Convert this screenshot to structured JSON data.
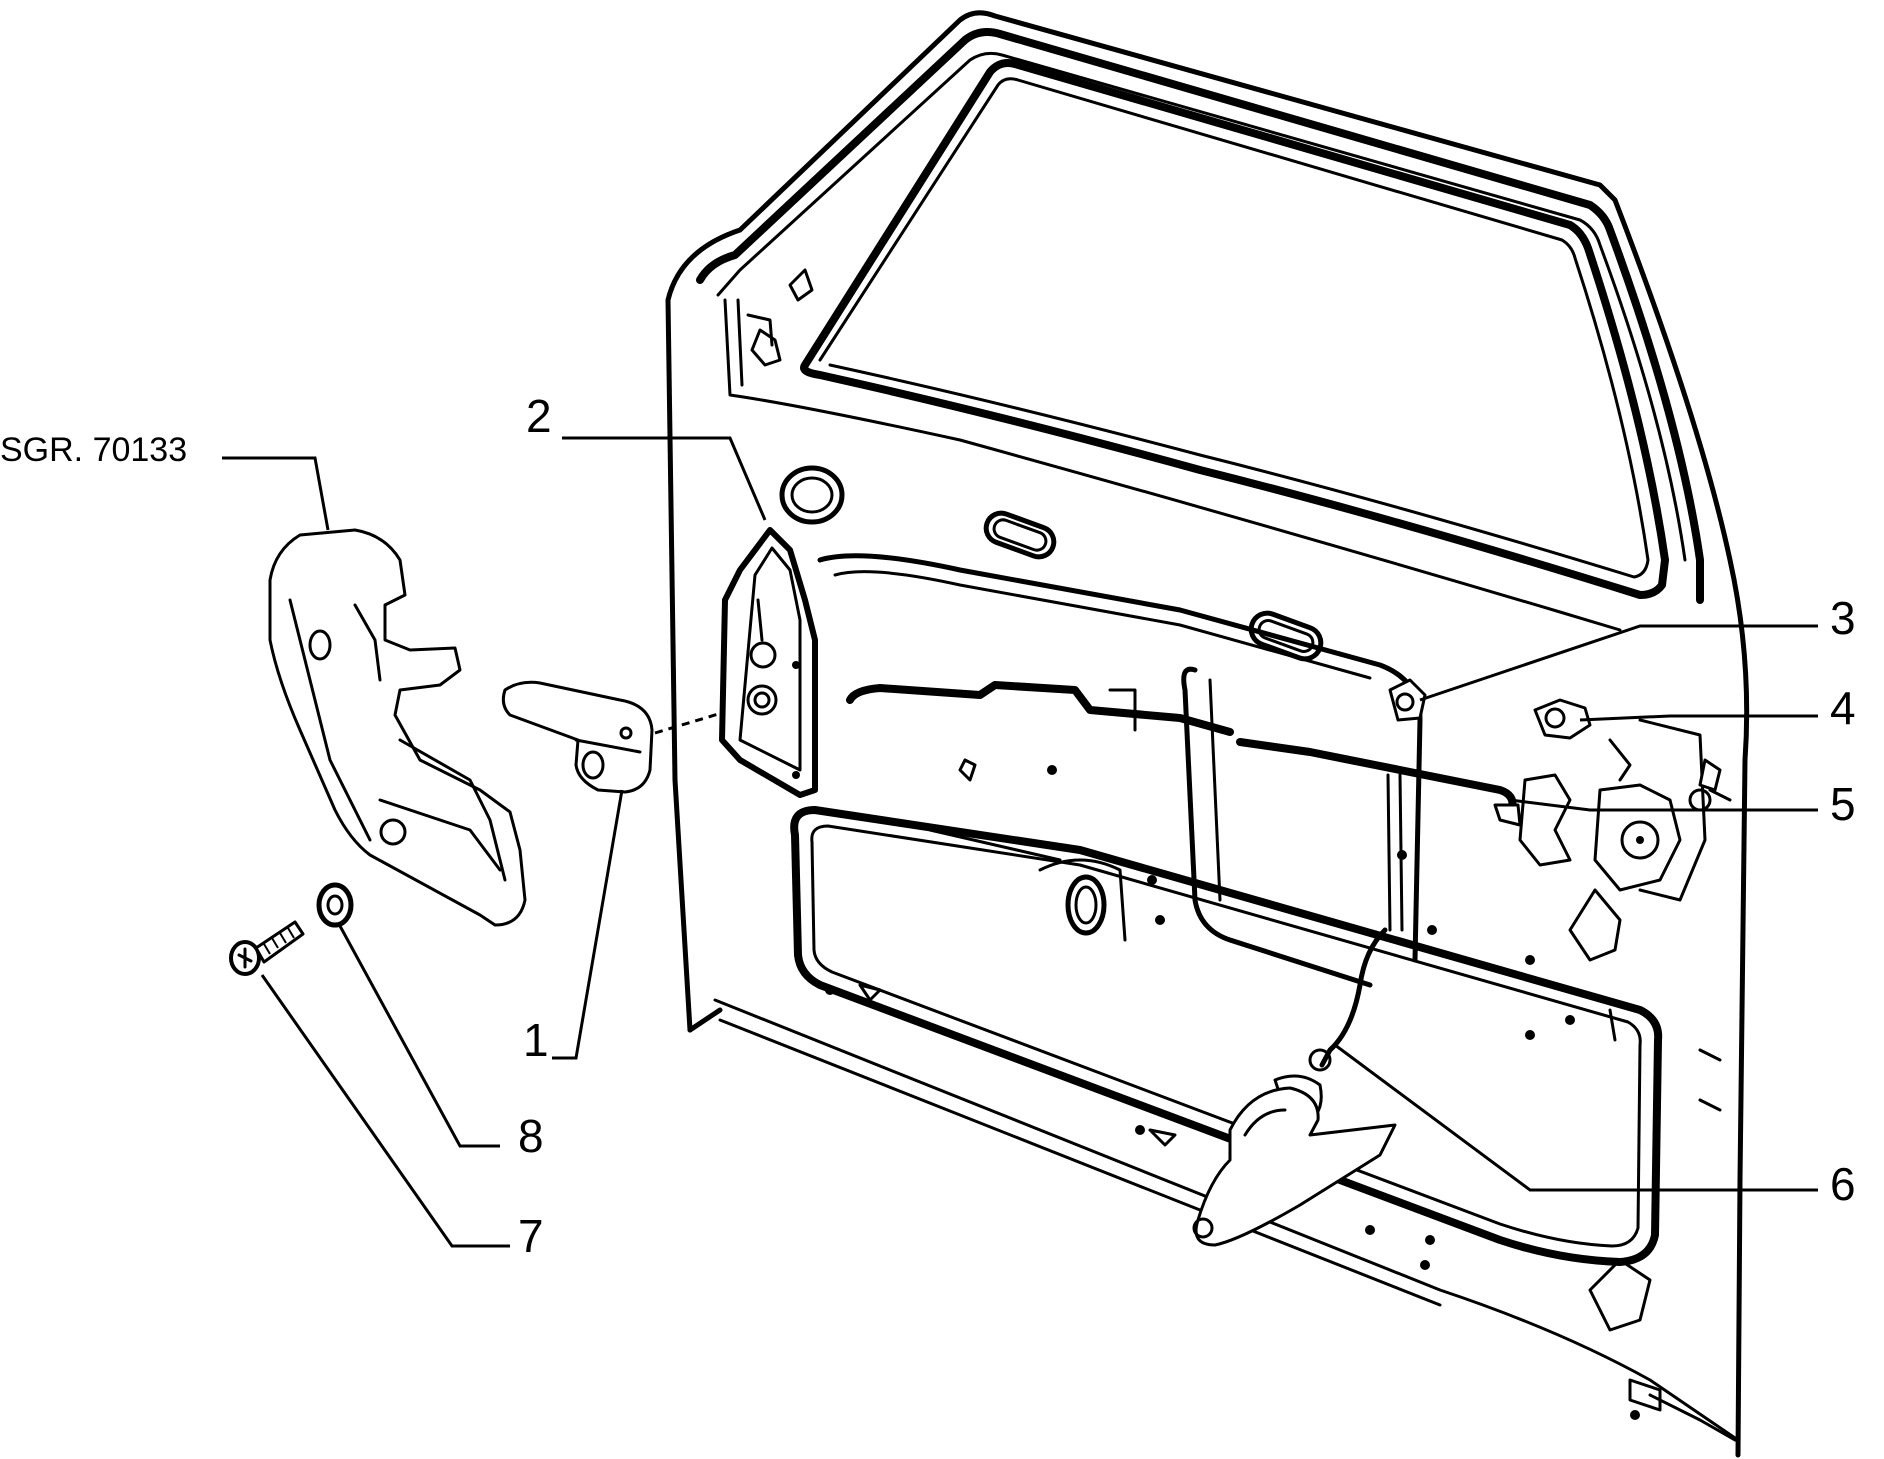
{
  "diagram": {
    "reference_label": "SGR. 70133",
    "callouts": [
      {
        "id": "1",
        "label": "1"
      },
      {
        "id": "2",
        "label": "2"
      },
      {
        "id": "3",
        "label": "3"
      },
      {
        "id": "4",
        "label": "4"
      },
      {
        "id": "5",
        "label": "5"
      },
      {
        "id": "6",
        "label": "6"
      },
      {
        "id": "7",
        "label": "7"
      },
      {
        "id": "8",
        "label": "8"
      }
    ]
  }
}
